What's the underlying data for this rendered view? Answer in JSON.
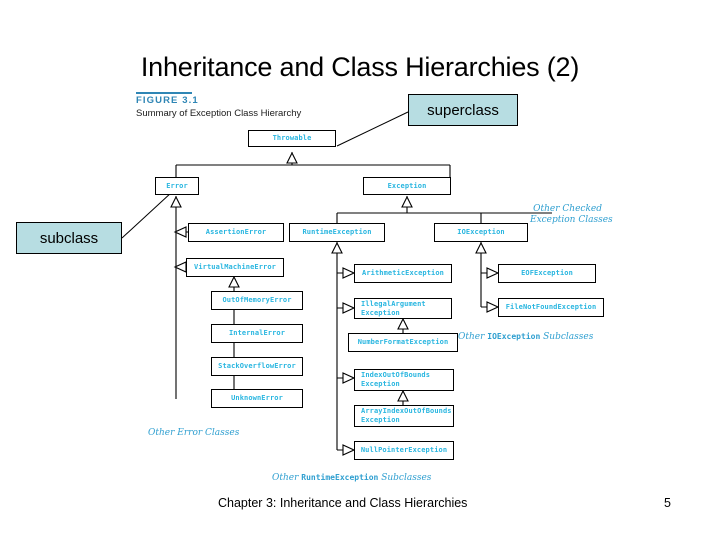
{
  "slide": {
    "title": "Inheritance and Class Hierarchies (2)",
    "footer_text": "Chapter 3: Inheritance and Class Hierarchies",
    "page_number": "5"
  },
  "figure": {
    "label": "FIGURE 3.1",
    "caption": "Summary of Exception Class Hierarchy",
    "label_color": "#2f86b5"
  },
  "callouts": {
    "superclass": "superclass",
    "subclass": "subclass",
    "fill_color": "#b7dde2"
  },
  "diagram": {
    "node_text_color": "#29b6e0",
    "annotation_color": "#2f9fd0",
    "nodes": {
      "throwable": "Throwable",
      "error": "Error",
      "exception": "Exception",
      "assertion_error": "AssertionError",
      "runtime_exception": "RuntimeException",
      "io_exception": "IOException",
      "virtual_machine_error": "VirtualMachineError",
      "arithmetic_exception": "ArithmeticException",
      "eof_exception": "EOFException",
      "out_of_memory_error": "OutOfMemoryError",
      "illegal_argument_exception_l1": "IllegalArgument",
      "illegal_argument_exception_l2": "Exception",
      "file_not_found_exception": "FileNotFoundException",
      "internal_error": "InternalError",
      "number_format_exception": "NumberFormatException",
      "stack_overflow_error": "StackOverflowError",
      "index_out_of_bounds_l1": "IndexOutOfBounds",
      "index_out_of_bounds_l2": "Exception",
      "unknown_error": "UnknownError",
      "array_index_out_of_bounds_l1": "ArrayIndexOutOfBounds",
      "array_index_out_of_bounds_l2": "Exception",
      "null_pointer_exception": "NullPointerException"
    },
    "annotations": {
      "other_checked_l1": "Other Checked",
      "other_checked_l2": "Exception Classes",
      "other_io_prefix": "Other ",
      "other_io_mono": "IOException",
      "other_io_suffix": " Subclasses",
      "other_error_classes": "Other Error Classes",
      "other_runtime_prefix": "Other ",
      "other_runtime_mono": "RuntimeException",
      "other_runtime_suffix": " Subclasses"
    }
  }
}
